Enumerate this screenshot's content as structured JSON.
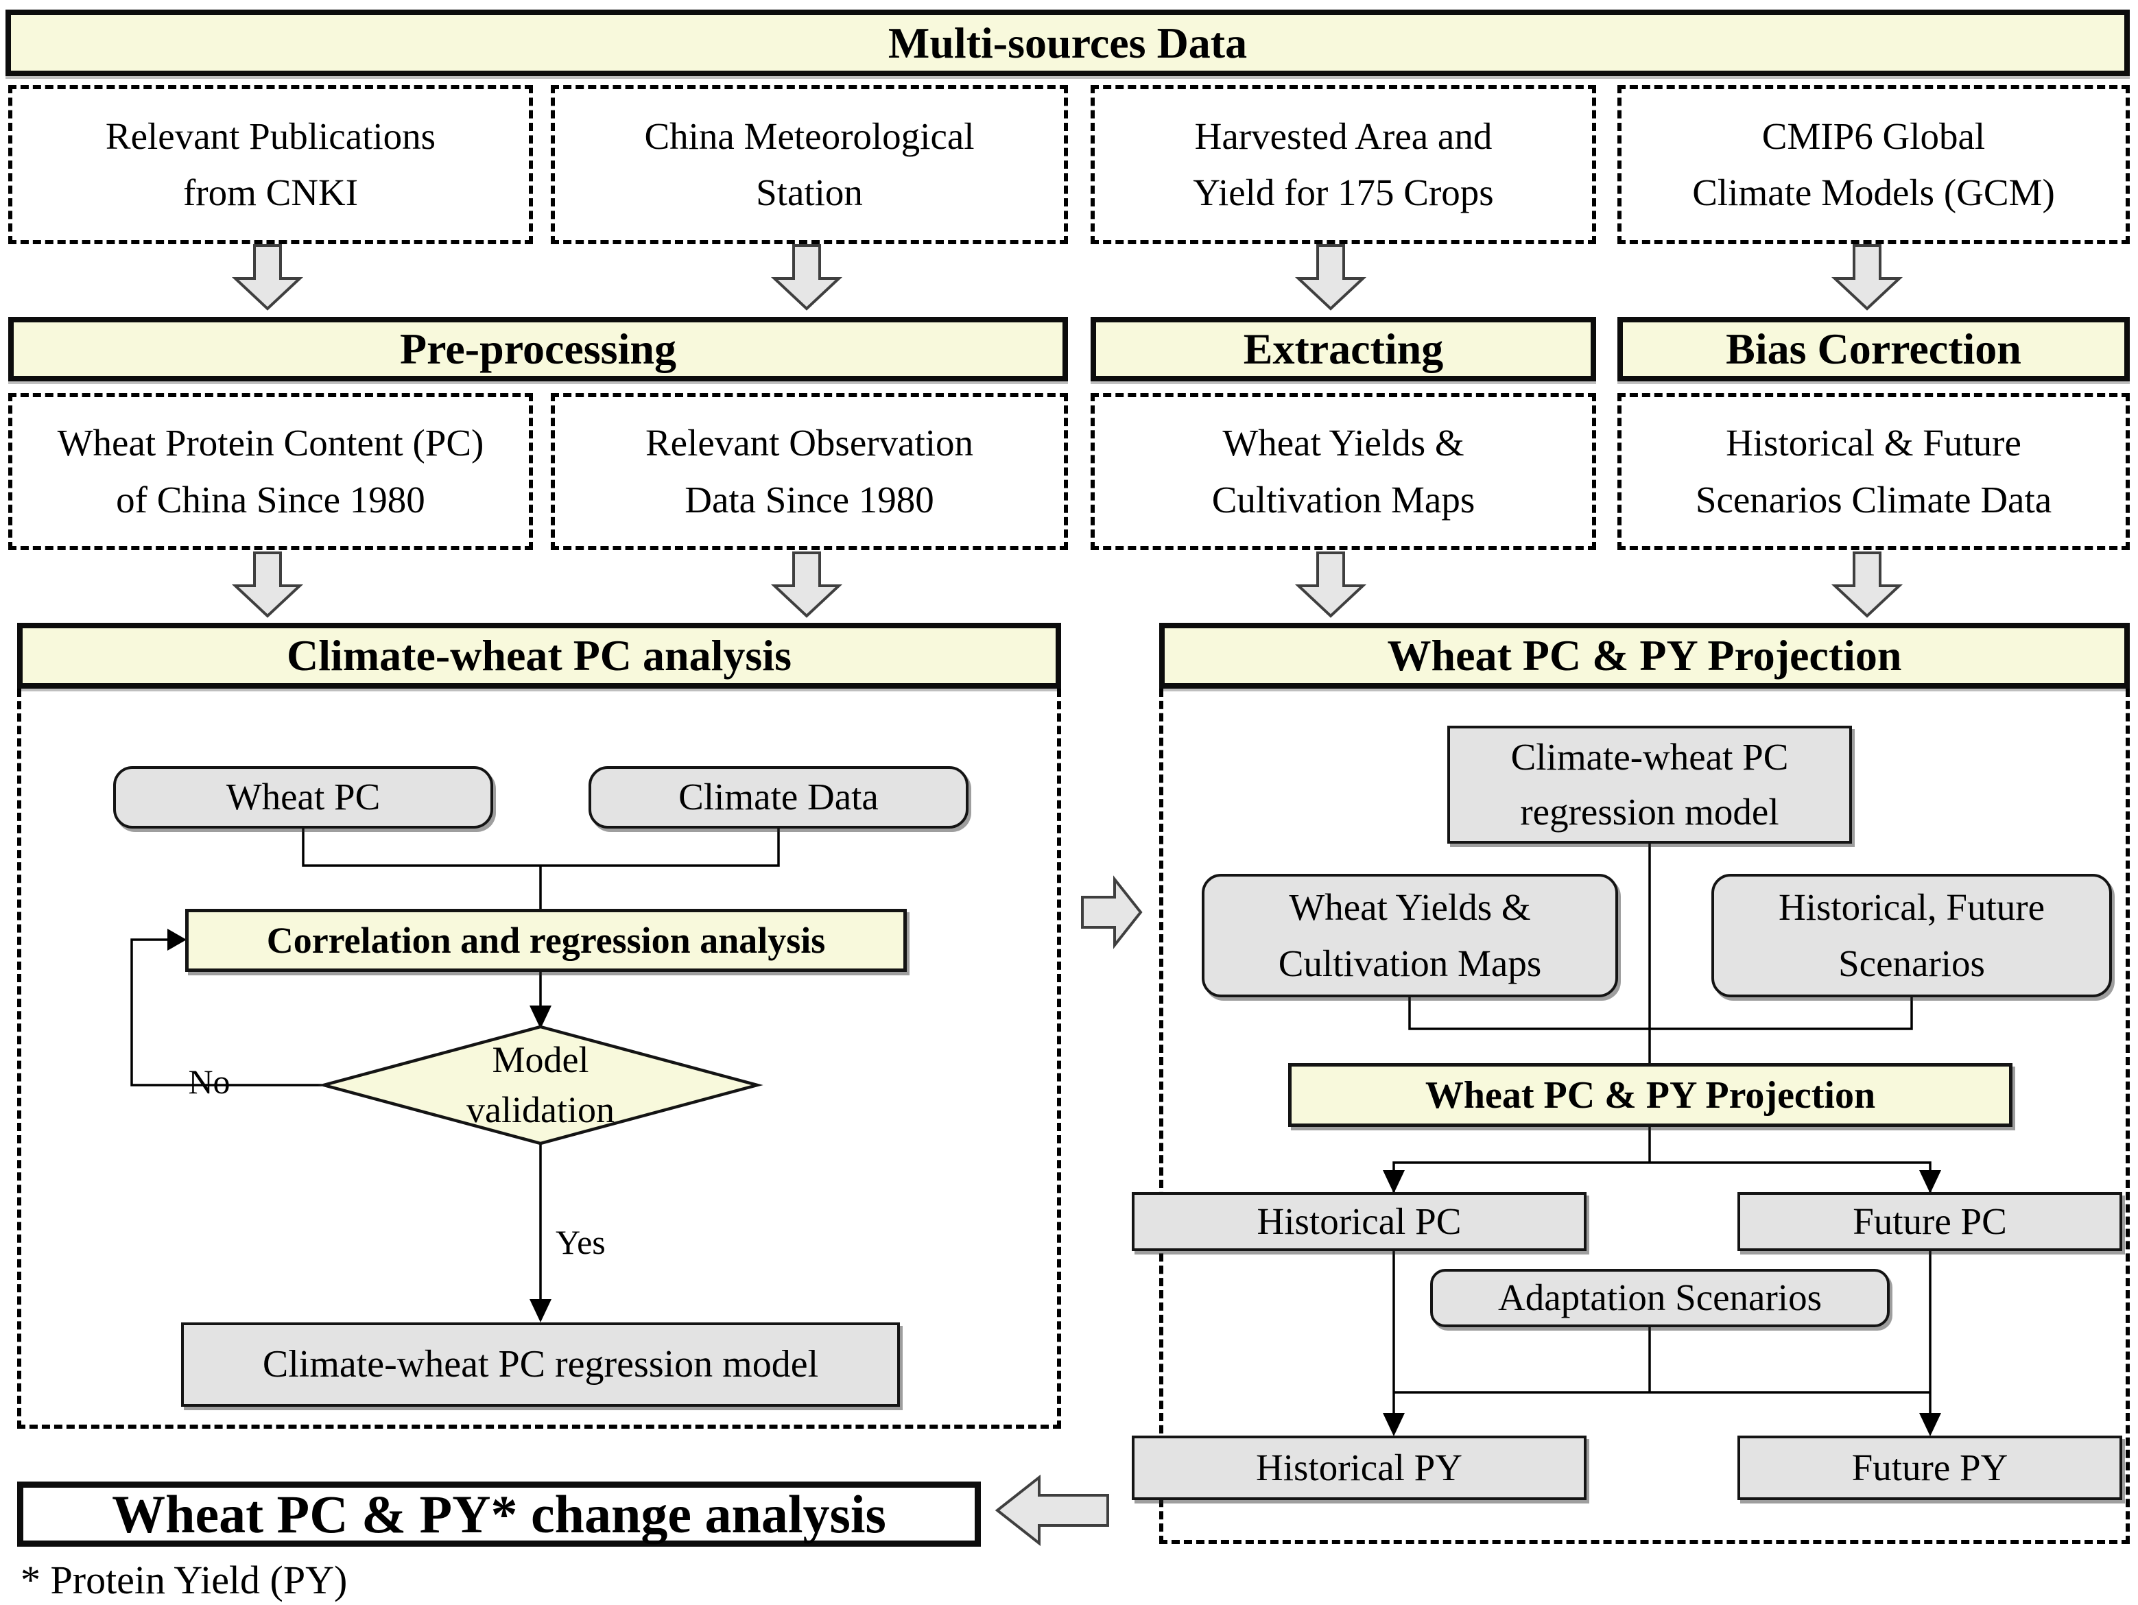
{
  "top_header": "Multi-sources Data",
  "sources": [
    "Relevant Publications\nfrom CNKI",
    "China Meteorological\nStation",
    "Harvested Area and\nYield for 175 Crops",
    "CMIP6 Global\nClimate Models (GCM)"
  ],
  "stage_headers": {
    "preprocessing": "Pre-processing",
    "extracting": "Extracting",
    "bias_correction": "Bias Correction"
  },
  "stage_outputs": [
    "Wheat Protein Content (PC)\nof China Since 1980",
    "Relevant Observation\nData Since 1980",
    "Wheat Yields &\nCultivation Maps",
    "Historical & Future\nScenarios Climate Data"
  ],
  "left_panel": {
    "header": "Climate-wheat PC analysis",
    "wheat_pc": "Wheat PC",
    "climate_data": "Climate Data",
    "correlation": "Correlation and regression analysis",
    "decision": "Model\nvalidation",
    "no_label": "No",
    "yes_label": "Yes",
    "regression_model": "Climate-wheat PC regression model"
  },
  "right_panel": {
    "header": "Wheat PC & PY Projection",
    "regression_model": "Climate-wheat PC\nregression model",
    "wheat_yields": "Wheat Yields &\nCultivation Maps",
    "scenarios": "Historical, Future\nScenarios",
    "projection": "Wheat PC & PY Projection",
    "historical_pc": "Historical PC",
    "future_pc": "Future PC",
    "adaptation": "Adaptation Scenarios",
    "historical_py": "Historical PY",
    "future_py": "Future PY"
  },
  "bottom": {
    "change_analysis": "Wheat PC & PY* change analysis",
    "footnote": "* Protein Yield (PY)"
  },
  "icons": {
    "down_arrow": "block arrow pointing down",
    "right_arrow": "block arrow pointing right",
    "left_arrow": "block arrow pointing left"
  },
  "colors": {
    "header_bg": "#f8f9dc",
    "box_gray": "#e3e3e3",
    "arrow_fill": "#e6e6e6",
    "line": "#000000"
  }
}
